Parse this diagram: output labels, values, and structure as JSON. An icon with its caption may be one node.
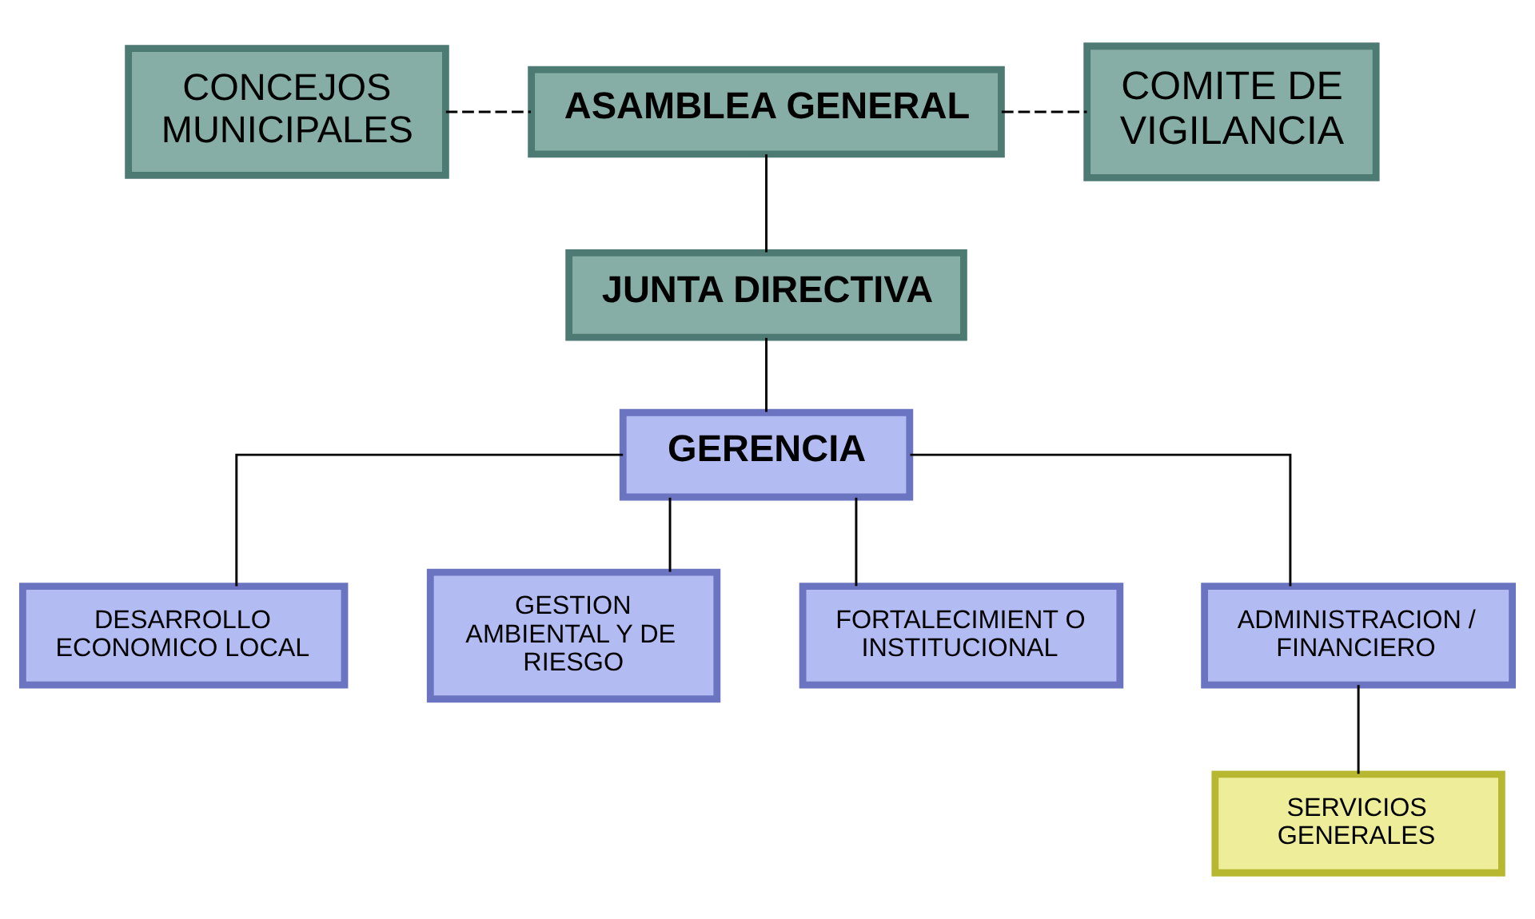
{
  "diagram": {
    "nodes": [
      {
        "text": [
          "CONCEJOS MUNICIPALES"
        ]
      },
      {
        "text": [
          "ASAMBLEA GENERAL"
        ]
      },
      {
        "text": [
          "COMITE DE VIGILANCIA"
        ]
      },
      {
        "text": [
          "JUNTA DIRECTIVA"
        ]
      },
      {
        "text": [
          "GERENCIA"
        ]
      },
      {
        "text": [
          "DESARROLLO ECONOMICO LOCAL"
        ]
      },
      {
        "text": [
          "GESTION AMBIENTAL Y DE RIESGO"
        ]
      },
      {
        "text": [
          "FORTALECIMIENT O INSTITUCIONAL"
        ]
      },
      {
        "text": [
          "ADMINISTRACION / FINANCIERO"
        ]
      },
      {
        "text": [
          "SERVICIOS GENERALES"
        ]
      }
    ],
    "edges": [
      {
        "from": 0,
        "to": 1,
        "arrow": "none",
        "style": "dashed"
      },
      {
        "from": 1,
        "to": 2,
        "arrow": "none",
        "style": "dashed"
      },
      {
        "from": 1,
        "to": 3,
        "arrow": "none"
      },
      {
        "from": 3,
        "to": 4,
        "arrow": "none"
      },
      {
        "from": 4,
        "to": 5,
        "arrow": "none"
      },
      {
        "from": 4,
        "to": 6,
        "arrow": "none"
      },
      {
        "from": 4,
        "to": 7,
        "arrow": "none"
      },
      {
        "from": 4,
        "to": 8,
        "arrow": "none"
      },
      {
        "from": 8,
        "to": 9,
        "arrow": "none"
      }
    ]
  }
}
